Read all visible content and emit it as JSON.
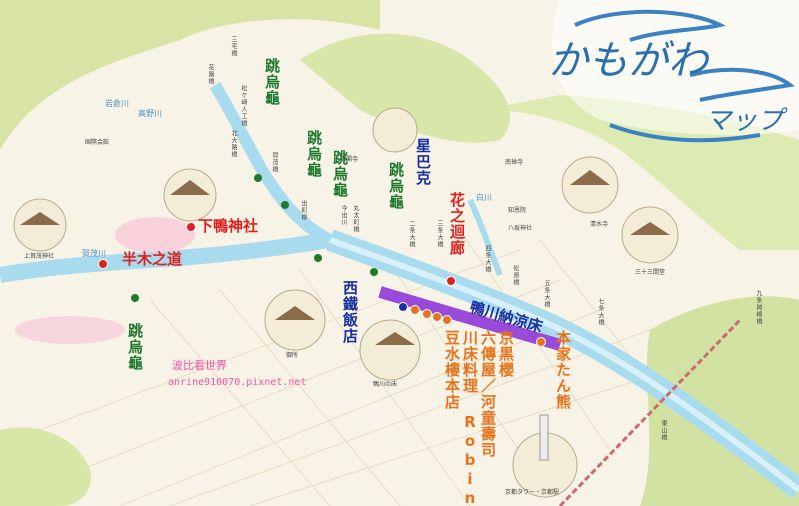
{
  "title": {
    "main": "かもがわ",
    "sub": "マップ"
  },
  "colors": {
    "river": "#a9dbef",
    "road": "#ffffff",
    "green_label": "#1f7a2e",
    "red_label": "#e0201e",
    "orange_label": "#e8731c",
    "blue_label": "#1a2fa0",
    "restaurant_band": "#8a2bd6"
  },
  "green_labels": {
    "kame1": "跳烏龜",
    "kame2": "跳烏龜",
    "kame3": "跳烏龜",
    "kame4": "跳烏龜",
    "kame5": "跳烏龜"
  },
  "red_labels": {
    "shimogamo": "下鴨神社",
    "hannoki": "半木之道",
    "hananokairo": "花之迴廊"
  },
  "blue_labels": {
    "starbucks": "星巴克",
    "seitetsu": "西鐵飯店",
    "nouryou": "鴨川納涼床"
  },
  "orange_labels": {
    "tofu": "豆水樓本店",
    "kawayuka": "川床料理 Robin",
    "rokudenya": "六傳屋／河童壽司",
    "kyoguro": "京黒櫻",
    "honke": "本家たん熊"
  },
  "small_labels": {
    "sanrinbashi": "三宅橋",
    "hanaorebashi": "花園橋",
    "matsugasaki": "松ケ崎人工橋",
    "kitaoji": "北大路橋",
    "kamogawabashi": "賀茂橋",
    "demachi": "出町柳",
    "imadegawa": "今出川",
    "marutamachi": "丸太町橋",
    "nijo": "二条大橋",
    "sanjo": "三条大橋",
    "shijo": "四条大橋",
    "matsubara": "松原橋",
    "gojo": "五条大橋",
    "shichijo": "七条大橋",
    "kujo": "九条跨線橋",
    "higashiyama": "東山橋",
    "kyoto_tower": "京都タワー・京都駅",
    "nanzenji": "南禅寺",
    "ginkakuji": "銀閣寺",
    "kiyomizu": "清水寺",
    "sanjusangendo": "三十三間堂",
    "yasaka": "八坂神社",
    "chionin": "知恩院",
    "kamigamo": "上賀茂神社",
    "gosho": "御所",
    "kamogawa_yuka": "鴨川の床",
    "jinja": "国際会館"
  },
  "rivers": {
    "iwakura": "岩倉川",
    "takano": "高野川",
    "kamo": "賀茂川",
    "shirakawa": "白川"
  },
  "watermark": {
    "name": "波比看世界",
    "url": "anrine910070.pixnet.net"
  }
}
